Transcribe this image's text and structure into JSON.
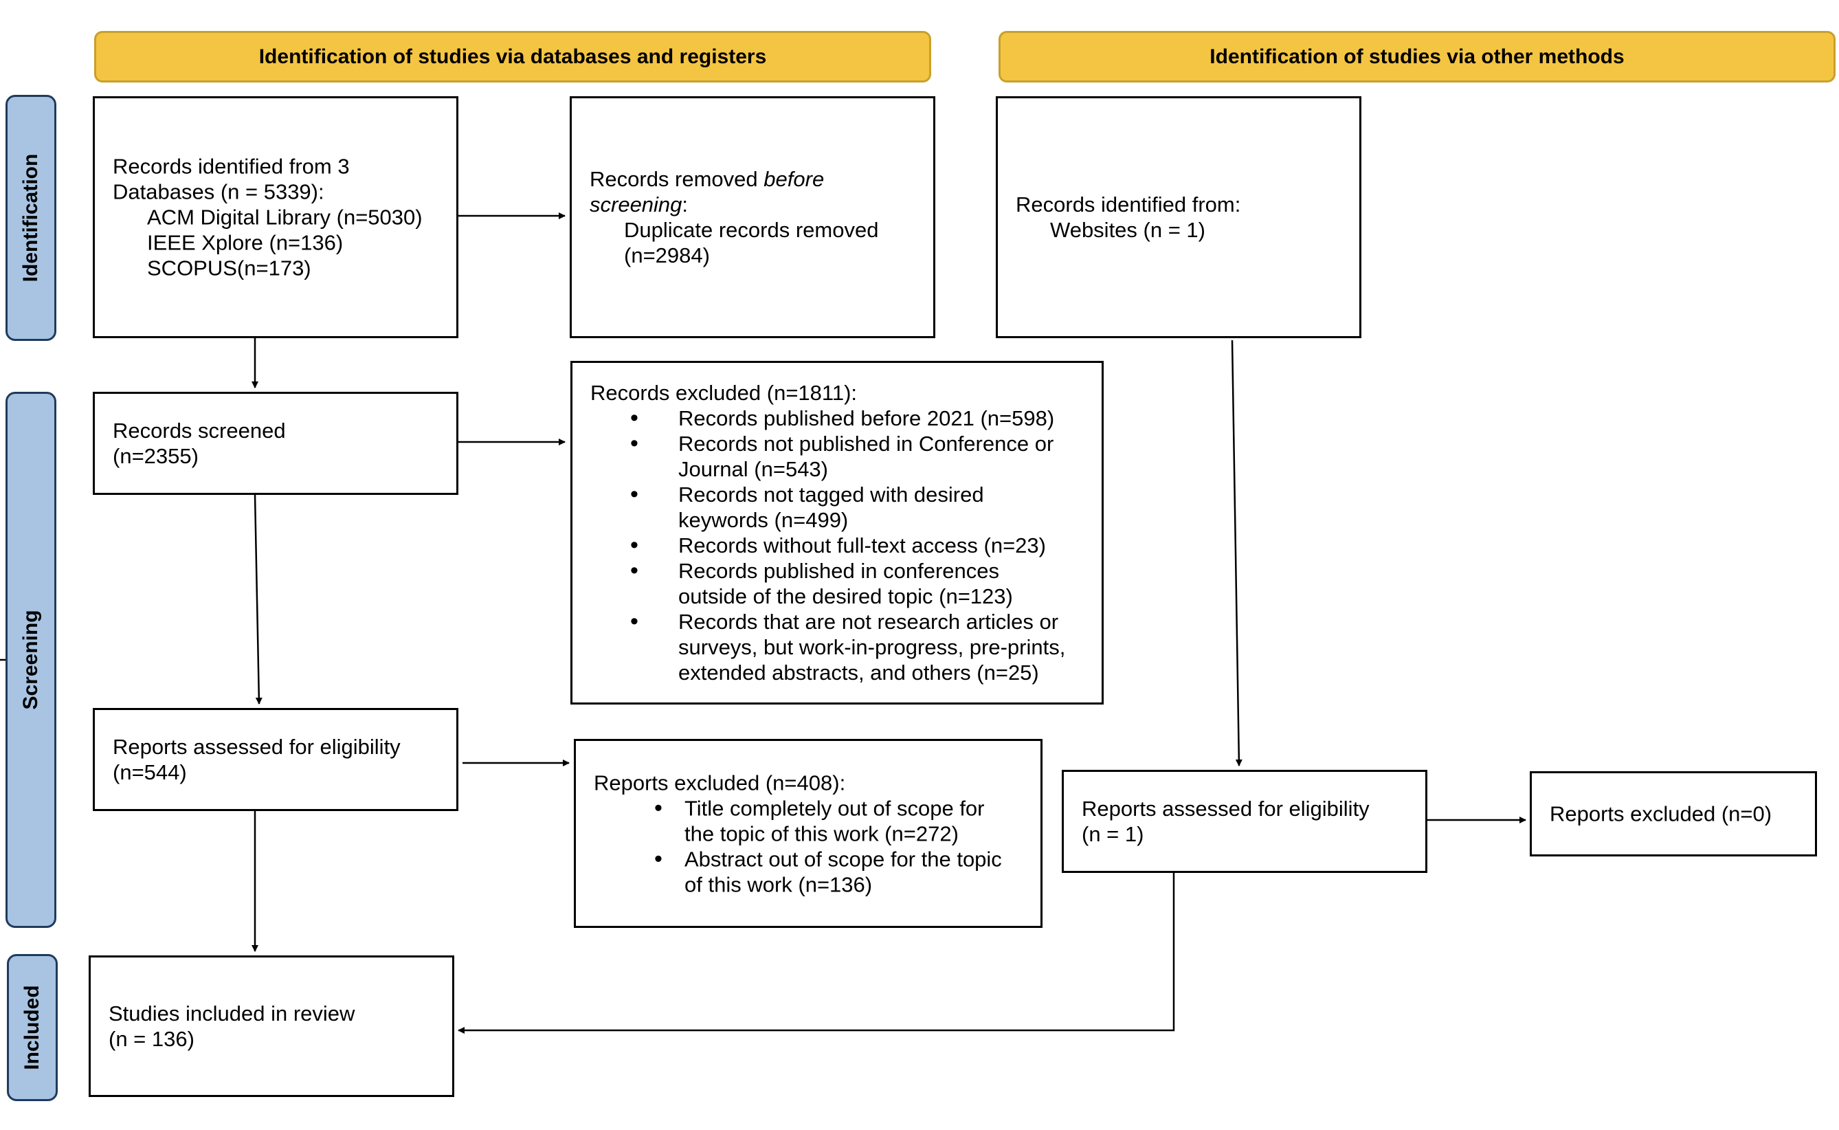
{
  "headers": {
    "databases": "Identification of studies via databases and registers",
    "other": "Identification of studies via other methods"
  },
  "phases": {
    "identification": "Identification",
    "screening": "Screening",
    "included": "Included"
  },
  "identified": {
    "line1": "Records identified from 3",
    "line2": "Databases (n = 5339):",
    "sources": [
      "ACM Digital Library (n=5030)",
      "IEEE Xplore (n=136)",
      "SCOPUS(n=173)"
    ]
  },
  "removed": {
    "prefix": "Records removed ",
    "italic1": "before",
    "italic2": "screening",
    "suffix": ":",
    "item_line1": "Duplicate records removed",
    "item_line2": "(n=2984)"
  },
  "other_identified": {
    "line1": "Records identified from:",
    "line2": "Websites (n = 1)"
  },
  "screened": {
    "line1": "Records screened",
    "line2": "(n=2355)"
  },
  "excluded": {
    "title": "Records excluded (n=1811):",
    "items": [
      [
        "Records published before 2021 (n=598)"
      ],
      [
        "Records not published in Conference or",
        "Journal (n=543)"
      ],
      [
        "Records not tagged with desired",
        "keywords (n=499)"
      ],
      [
        "Records without full-text access (n=23)"
      ],
      [
        "Records published in conferences",
        "outside of the desired topic (n=123)"
      ],
      [
        "Records that are not research articles or",
        "surveys, but work-in-progress, pre-prints,",
        "extended abstracts, and others (n=25)"
      ]
    ]
  },
  "assessed": {
    "line1": "Reports assessed for eligibility",
    "line2": "(n=544)"
  },
  "reports_excluded": {
    "title": "Reports excluded (n=408):",
    "items": [
      [
        "Title completely out of scope for",
        "the topic of this work (n=272)"
      ],
      [
        "Abstract out of scope for the topic",
        "of this work (n=136)"
      ]
    ]
  },
  "other_assessed": {
    "line1": "Reports assessed for eligibility",
    "line2": "(n = 1)"
  },
  "other_excluded": {
    "line1": "Reports excluded (n=0)"
  },
  "included": {
    "line1": "Studies included in review",
    "line2": "(n = 136)"
  }
}
